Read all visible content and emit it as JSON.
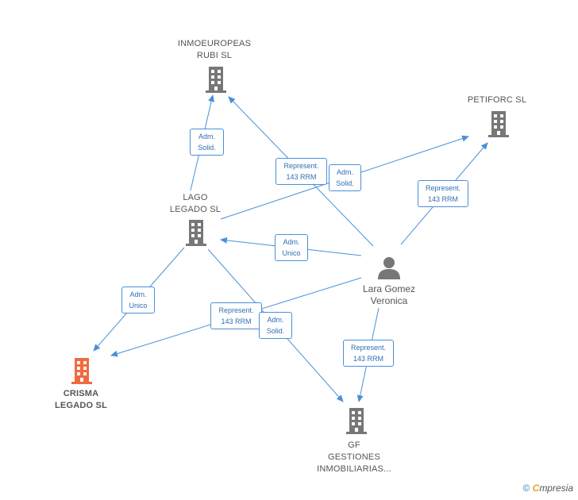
{
  "colors": {
    "edge": "#4a90d9",
    "building": "#777777",
    "building_main": "#f26a3f",
    "person": "#777777"
  },
  "nodes": {
    "inmoeuropeas": {
      "name": "INMOEUROPEAS\nRUBI  SL",
      "icon": "building-icon"
    },
    "petiforc": {
      "name": "PETIFORC  SL",
      "icon": "building-icon"
    },
    "lago": {
      "name": "LAGO\nLEGADO  SL",
      "icon": "building-icon"
    },
    "crisma": {
      "name": "CRISMA\nLEGADO  SL",
      "icon": "building-icon-highlighted"
    },
    "gf": {
      "name": "GF\nGESTIONES\nINMOBILIARIAS...",
      "icon": "building-icon"
    },
    "person": {
      "name": "Lara Gomez\nVeronica",
      "icon": "person-icon"
    }
  },
  "edges": {
    "lago_inmo": "Adm.\nSolid.",
    "person_inmo": "Represent.\n143 RRM",
    "lago_petiforc": "Adm.\nSolid.",
    "person_petiforc": "Represent.\n143 RRM",
    "person_lago": "Adm.\nUnico",
    "lago_crisma": "Adm.\nUnico",
    "person_crisma": "Represent.\n143 RRM",
    "lago_gf": "Adm.\nSolid.",
    "person_gf": "Represent.\n143 RRM"
  },
  "footer": {
    "copyright": "©",
    "brand_first": "C",
    "brand_rest": "mpresia"
  }
}
